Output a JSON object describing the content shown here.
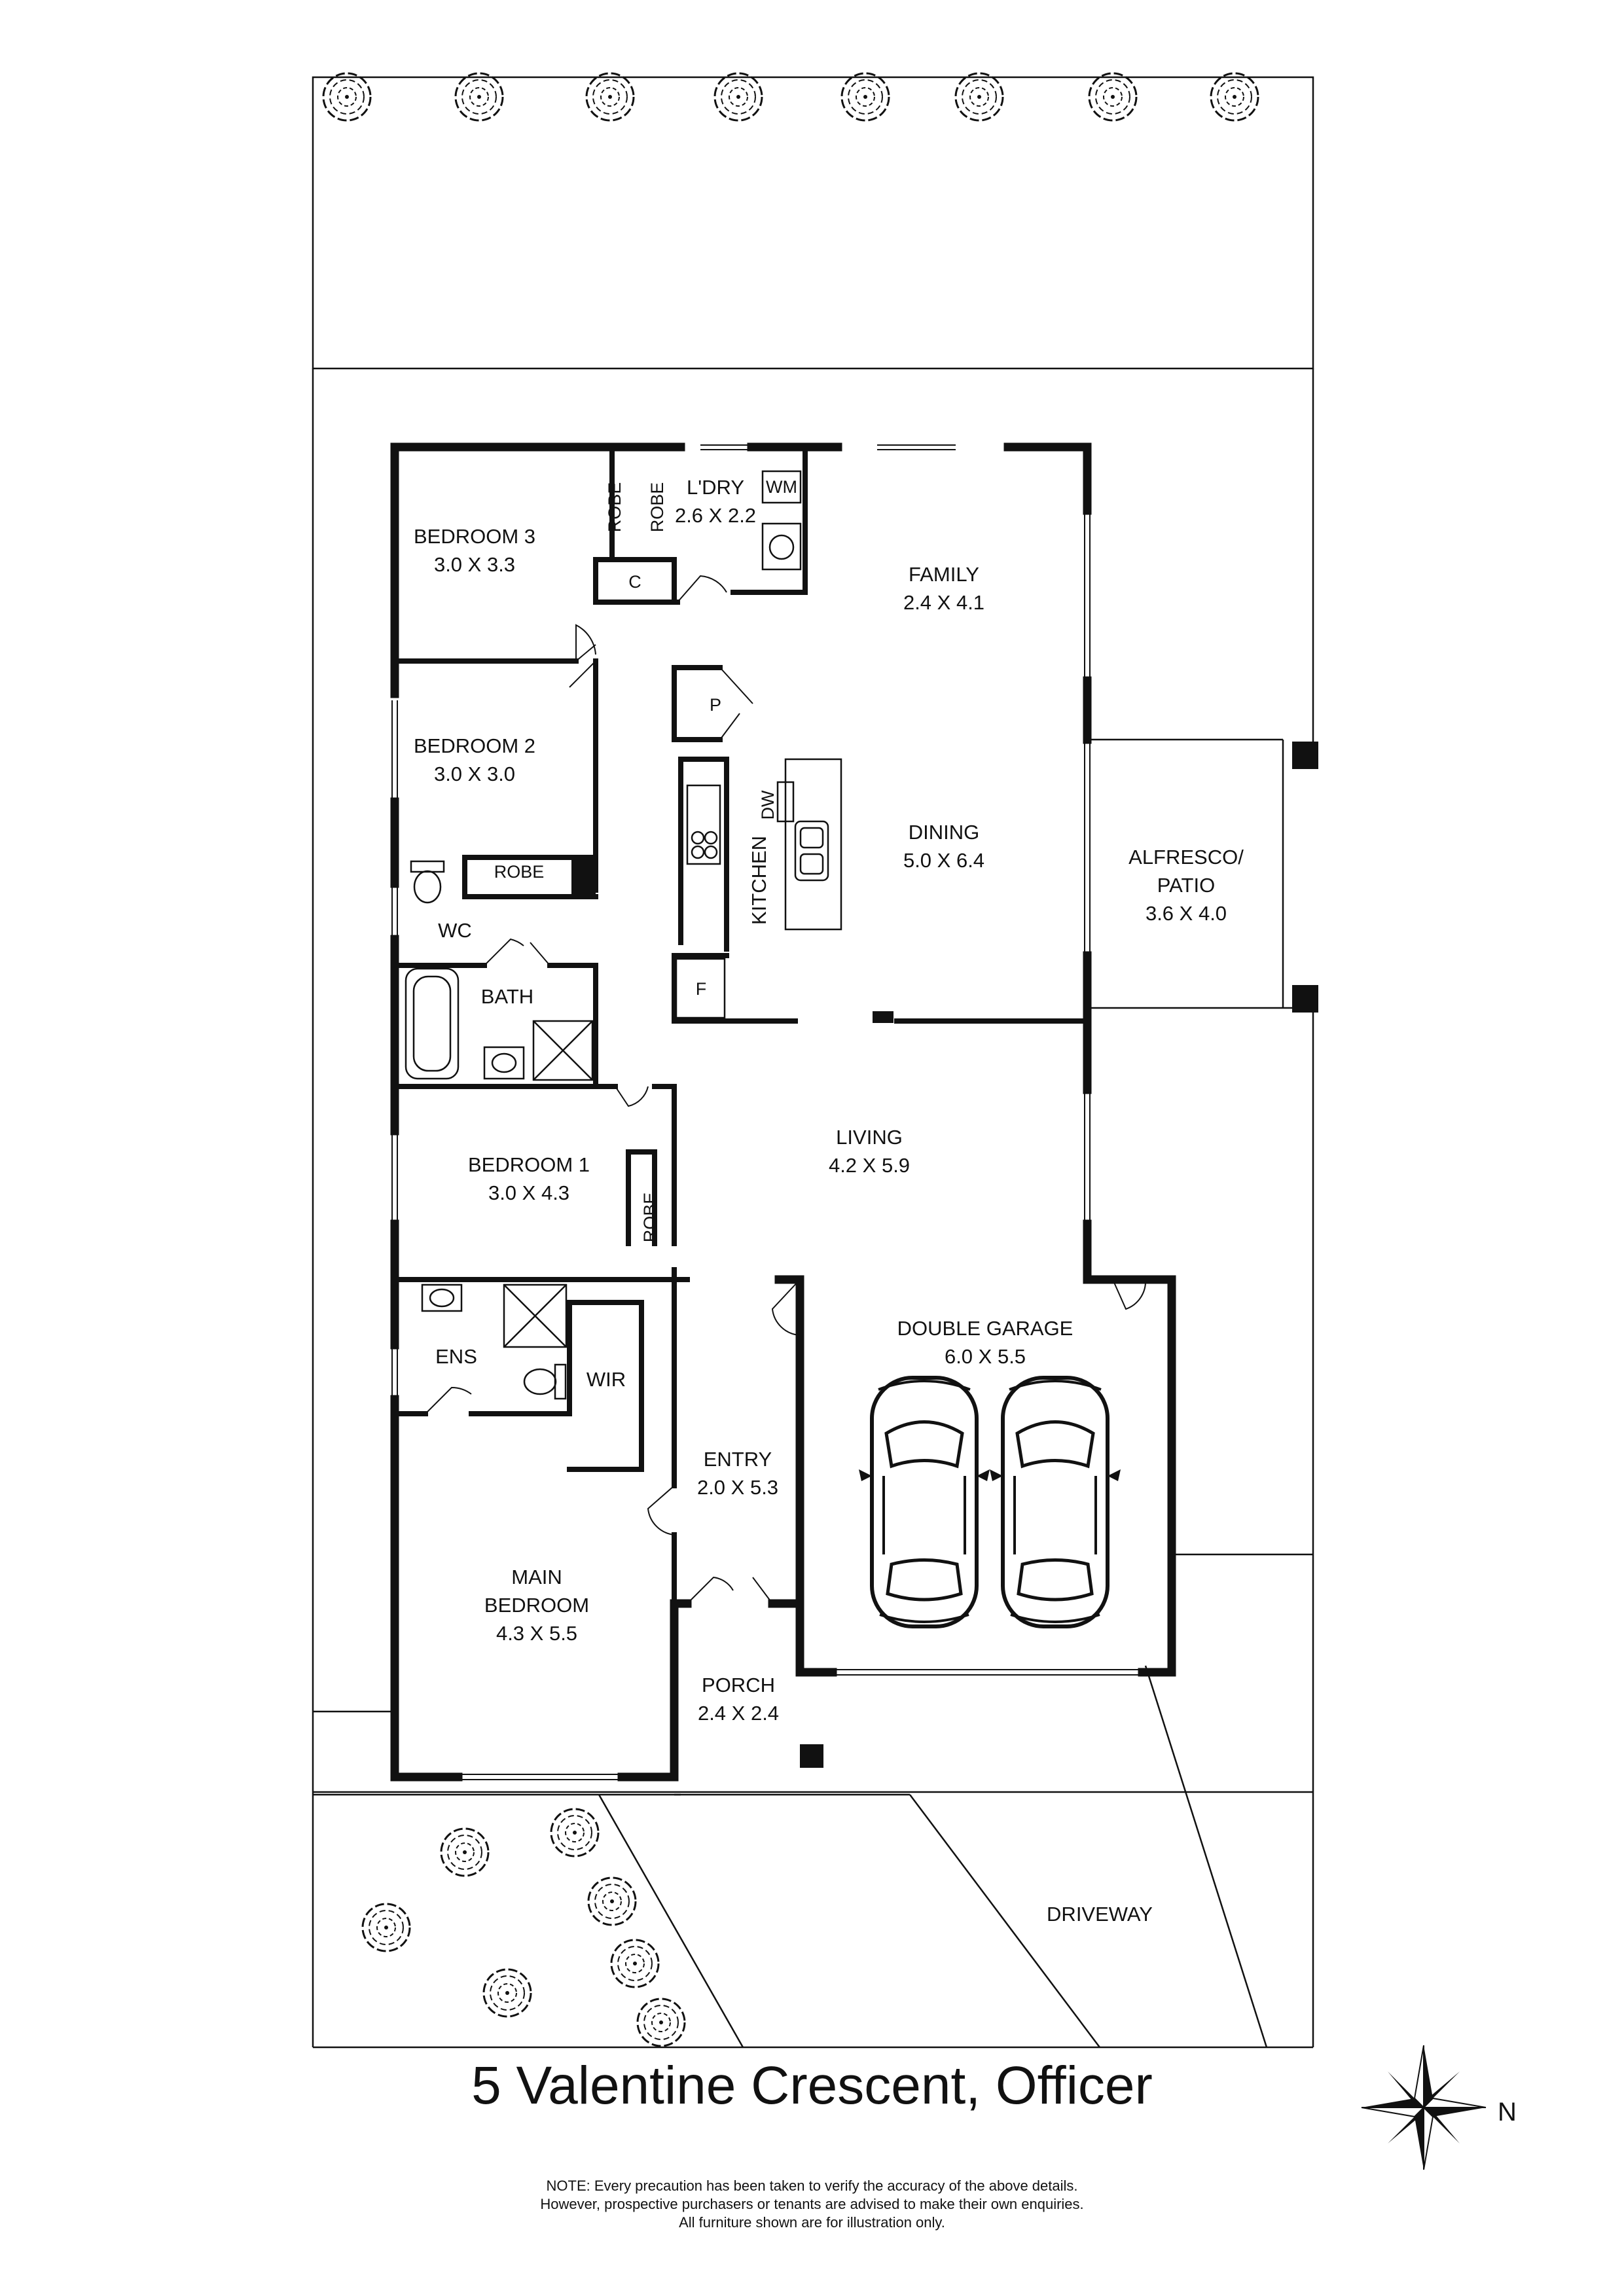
{
  "address": "5 Valentine Crescent, Officer",
  "note_lines": [
    "NOTE: Every precaution has been taken to verify the accuracy of the above details.",
    "However, prospective purchasers or tenants are advised to make their own enquiries.",
    "All furniture shown are for illustration only."
  ],
  "north_label": "N",
  "rooms": {
    "bedroom3": {
      "name": "BEDROOM 3",
      "size": "3.0 X 3.3"
    },
    "bedroom2": {
      "name": "BEDROOM 2",
      "size": "3.0 X 3.0"
    },
    "bedroom1": {
      "name": "BEDROOM 1",
      "size": "3.0 X 4.3"
    },
    "main_bedroom": {
      "name1": "MAIN",
      "name2": "BEDROOM",
      "size": "4.3 X 5.5"
    },
    "laundry": {
      "name": "L'DRY",
      "size": "2.6 X 2.2"
    },
    "family": {
      "name": "FAMILY",
      "size": "2.4 X 4.1"
    },
    "dining": {
      "name": "DINING",
      "size": "5.0 X 6.4"
    },
    "living": {
      "name": "LIVING",
      "size": "4.2 X 5.9"
    },
    "alfresco": {
      "name1": "ALFRESCO/",
      "name2": "PATIO",
      "size": "3.6 X 4.0"
    },
    "garage": {
      "name": "DOUBLE GARAGE",
      "size": "6.0 X 5.5"
    },
    "entry": {
      "name": "ENTRY",
      "size": "2.0 X 5.3"
    },
    "porch": {
      "name": "PORCH",
      "size": "2.4 X 2.4"
    },
    "kitchen": {
      "name": "KITCHEN"
    },
    "bath": {
      "name": "BATH"
    },
    "wc": {
      "name": "WC"
    },
    "ens": {
      "name": "ENS"
    },
    "wir": {
      "name": "WIR"
    },
    "driveway": {
      "name": "DRIVEWAY"
    }
  },
  "fixtures": {
    "robe": "ROBE",
    "wm": "WM",
    "c": "C",
    "p": "P",
    "dw": "DW",
    "f": "F"
  },
  "icons": {
    "tree": "tree-icon",
    "car": "car-icon",
    "compass": "compass-rose-icon"
  },
  "colors": {
    "ink": "#111111",
    "background": "#ffffff"
  }
}
